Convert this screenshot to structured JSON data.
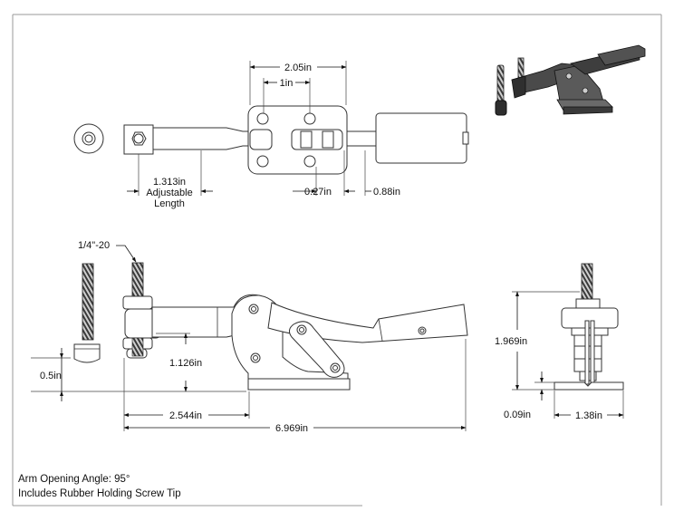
{
  "top_view": {
    "dim_overall_width": "2.05in",
    "dim_hole_spacing": "1in",
    "dim_adjustable": "1.313in",
    "dim_adjustable_l2": "Adjustable",
    "dim_adjustable_l3": "Length",
    "dim_offset_a": "0.27in",
    "dim_offset_b": "0.88in"
  },
  "side_view": {
    "thread_label": "1/4\"-20",
    "dim_tip_height": "0.5in",
    "dim_spindle_height": "1.126in",
    "dim_spindle_reach": "2.544in",
    "dim_overall_length": "6.969in"
  },
  "end_view": {
    "dim_height": "1.969in",
    "dim_base_thickness": "0.09in",
    "dim_base_width": "1.38in"
  },
  "notes": {
    "line1": "Arm Opening Angle: 95°",
    "line2": "Includes Rubber Holding Screw Tip"
  }
}
